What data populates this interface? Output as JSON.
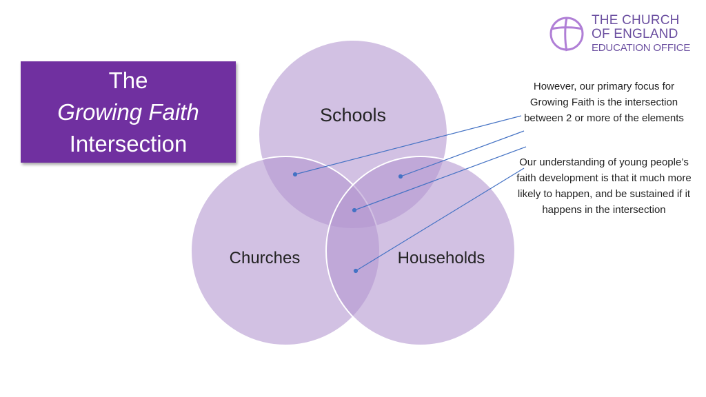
{
  "title": {
    "line1": "The",
    "line2": "Growing Faith",
    "line3": "Intersection"
  },
  "logo": {
    "line1": "THE CHURCH",
    "line2": "OF ENGLAND",
    "line3": "EDUCATION OFFICE",
    "icon": "cross-circle-icon"
  },
  "venn": {
    "circles": [
      {
        "label": "Schools"
      },
      {
        "label": "Churches"
      },
      {
        "label": "Households"
      }
    ],
    "colors": {
      "circle": "#b497d0",
      "stroke": "#ffffff",
      "line": "#4472c4"
    }
  },
  "notes": {
    "note1": "However, our primary focus for Growing Faith is the intersection between 2 or more of the elements",
    "note2": "Our understanding of young people’s faith development is that it much more likely to happen, and be sustained if it happens in the intersection"
  }
}
